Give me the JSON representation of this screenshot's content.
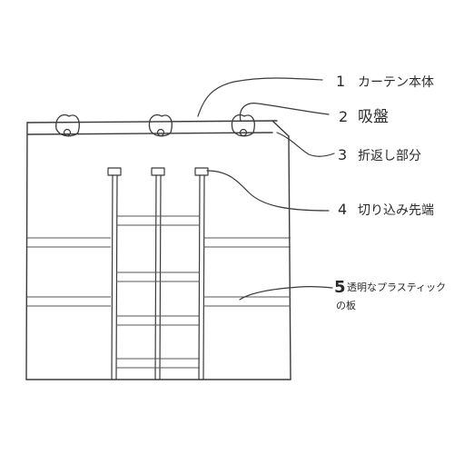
{
  "labels": [
    {
      "number": "1",
      "text": "カーテン本体"
    },
    {
      "number": "2",
      "text": "吸盤"
    },
    {
      "number": "3",
      "text": "折返し部分"
    },
    {
      "number": "4",
      "text": "切り込み先端"
    },
    {
      "number": "5",
      "text": "透明なプラスティック",
      "text2": "の板"
    }
  ]
}
